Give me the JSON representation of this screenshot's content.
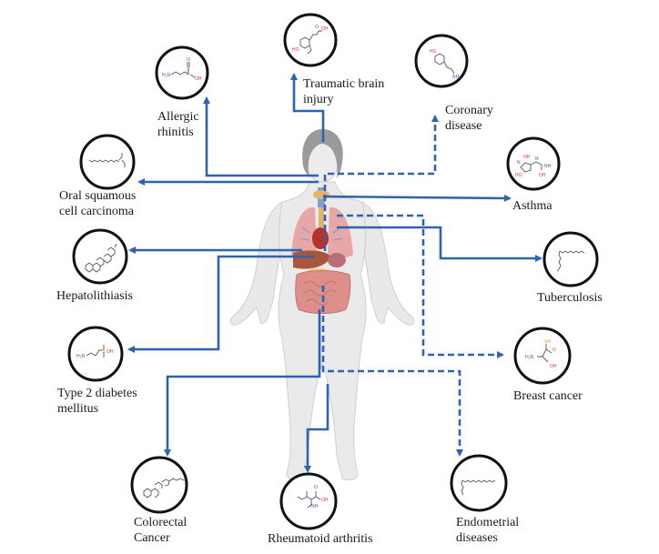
{
  "figure": {
    "central_image": "human-female-body-with-organs",
    "colors": {
      "connector": "#2f62b3",
      "circle_border": "#111111",
      "body_fill": "#e9e9e9",
      "hair": "#9a9a9a",
      "organ_red": "#d98a8a",
      "label_text": "#1a1a1a"
    },
    "legend_line_styles": {
      "solid": "solid-arrow",
      "dashed": "dashed-arrow"
    },
    "diseases": [
      {
        "id": "traumatic-brain-injury",
        "label": "Traumatic brain\ninjury",
        "line": "solid",
        "molecule": "homovanillic-acid-like"
      },
      {
        "id": "allergic-rhinitis",
        "label": "Allergic\nrhinitis",
        "line": "solid",
        "molecule": "hypotaurine"
      },
      {
        "id": "coronary-disease",
        "label": "Coronary\ndisease",
        "line": "dashed",
        "molecule": "tyramine"
      },
      {
        "id": "asthma",
        "label": "Asthma",
        "line": "solid",
        "molecule": "allantoin-like"
      },
      {
        "id": "oral-squamous-cell-carcinoma",
        "label": "Oral squamous\ncell carcinoma",
        "line": "solid",
        "molecule": "acylcarnitine"
      },
      {
        "id": "tuberculosis",
        "label": "Tuberculosis",
        "line": "solid",
        "molecule": "fatty-acid"
      },
      {
        "id": "hepatolithiasis",
        "label": "Hepatolithiasis",
        "line": "solid",
        "molecule": "triterpenoid"
      },
      {
        "id": "type-2-diabetes-mellitus",
        "label": "Type 2 diabetes\nmellitus",
        "line": "solid",
        "molecule": "taurine"
      },
      {
        "id": "breast-cancer",
        "label": "Breast cancer",
        "line": "dashed",
        "molecule": "cysteine"
      },
      {
        "id": "colorectal-cancer",
        "label": "Colorectal\nCancer",
        "line": "solid",
        "molecule": "bile-acid-conjugate"
      },
      {
        "id": "rheumatoid-arthritis",
        "label": "Rheumatoid arthritis",
        "line": "solid",
        "molecule": "n-methyl-isoleucine"
      },
      {
        "id": "endometrial-diseases",
        "label": "Endometrial\ndiseases",
        "line": "dashed",
        "molecule": "long-chain-lipid"
      }
    ],
    "atom_labels": {
      "oh": "OH",
      "ho": "HO",
      "o": "O",
      "s": "S",
      "h2n": "H₂N",
      "nh2": "NH₂",
      "nh": "NH",
      "n": "N",
      "sh": "SH"
    }
  }
}
